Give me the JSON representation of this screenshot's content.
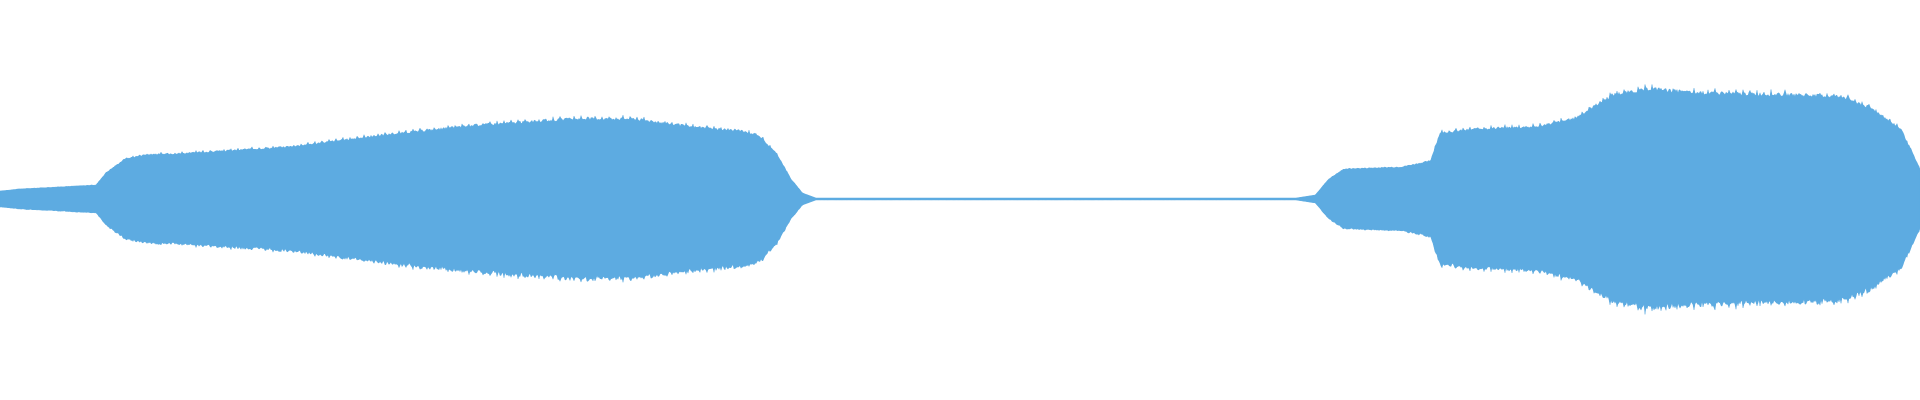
{
  "waveform": {
    "color": "#5dabe1",
    "background": "#ffffff",
    "amplitude_envelope": [
      [
        0.0,
        0.04
      ],
      [
        0.01,
        0.05
      ],
      [
        0.03,
        0.06
      ],
      [
        0.05,
        0.07
      ],
      [
        0.055,
        0.13
      ],
      [
        0.065,
        0.2
      ],
      [
        0.075,
        0.22
      ],
      [
        0.1,
        0.23
      ],
      [
        0.15,
        0.26
      ],
      [
        0.2,
        0.32
      ],
      [
        0.25,
        0.37
      ],
      [
        0.3,
        0.4
      ],
      [
        0.33,
        0.4
      ],
      [
        0.36,
        0.36
      ],
      [
        0.385,
        0.34
      ],
      [
        0.395,
        0.32
      ],
      [
        0.405,
        0.22
      ],
      [
        0.412,
        0.1
      ],
      [
        0.418,
        0.03
      ],
      [
        0.425,
        0.005
      ],
      [
        0.675,
        0.005
      ],
      [
        0.685,
        0.02
      ],
      [
        0.692,
        0.1
      ],
      [
        0.7,
        0.15
      ],
      [
        0.73,
        0.16
      ],
      [
        0.745,
        0.19
      ],
      [
        0.75,
        0.33
      ],
      [
        0.77,
        0.35
      ],
      [
        0.8,
        0.36
      ],
      [
        0.82,
        0.4
      ],
      [
        0.84,
        0.52
      ],
      [
        0.86,
        0.55
      ],
      [
        0.88,
        0.53
      ],
      [
        0.93,
        0.52
      ],
      [
        0.96,
        0.51
      ],
      [
        0.975,
        0.45
      ],
      [
        0.99,
        0.35
      ],
      [
        1.0,
        0.15
      ]
    ]
  }
}
